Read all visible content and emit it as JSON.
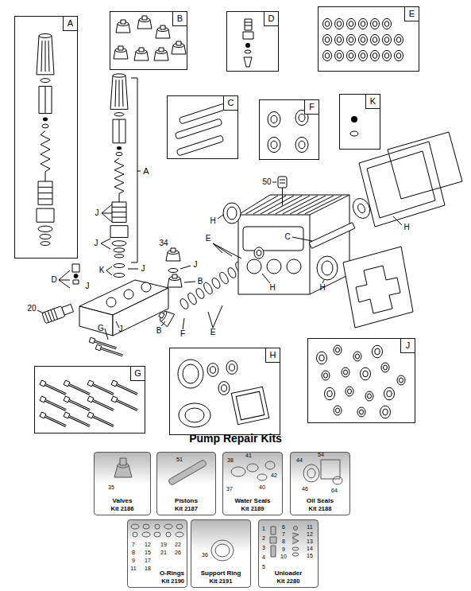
{
  "diagram": {
    "title": "Pump Repair Kits",
    "nodes": [
      {
        "text": [
          "A"
        ]
      },
      {
        "text": [
          "B"
        ]
      },
      {
        "text": [
          "D"
        ]
      },
      {
        "text": [
          "E"
        ]
      },
      {
        "text": [
          "C"
        ]
      },
      {
        "text": [
          "F"
        ]
      },
      {
        "text": [
          "K"
        ]
      },
      {
        "text": [
          "G"
        ]
      },
      {
        "text": [
          "H"
        ]
      },
      {
        "text": [
          "J"
        ]
      },
      {
        "text": [
          "Valves",
          "Kit 2186"
        ]
      },
      {
        "text": [
          "Pistons",
          "Kit 2187"
        ]
      },
      {
        "text": [
          "Water Seals",
          "Kit 2189"
        ]
      },
      {
        "text": [
          "Oil Seals",
          "Kit 2188"
        ]
      },
      {
        "text": [
          "O-Rings",
          "Kit 2190"
        ]
      },
      {
        "text": [
          "Support Ring",
          "Kit 2191"
        ]
      },
      {
        "text": [
          "Unloader",
          "Kit 2280"
        ]
      }
    ],
    "labels": [
      "A",
      "J",
      "J",
      "K",
      "J",
      "D",
      "J",
      "34",
      "J",
      "B",
      "50",
      "C",
      "H",
      "H",
      "E",
      "H",
      "H",
      "20",
      "G",
      "J",
      "B",
      "F",
      "E",
      "35",
      "51",
      "38",
      "41",
      "42",
      "40",
      "37",
      "44",
      "54",
      "46",
      "64",
      "7",
      "12",
      "19",
      "22",
      "8",
      "15",
      "21",
      "26",
      "9",
      "17",
      "11",
      "18",
      "36",
      "1",
      "2",
      "3",
      "4",
      "5",
      "6",
      "7",
      "8",
      "9",
      "10",
      "11",
      "12",
      "13",
      "14",
      "15"
    ]
  }
}
